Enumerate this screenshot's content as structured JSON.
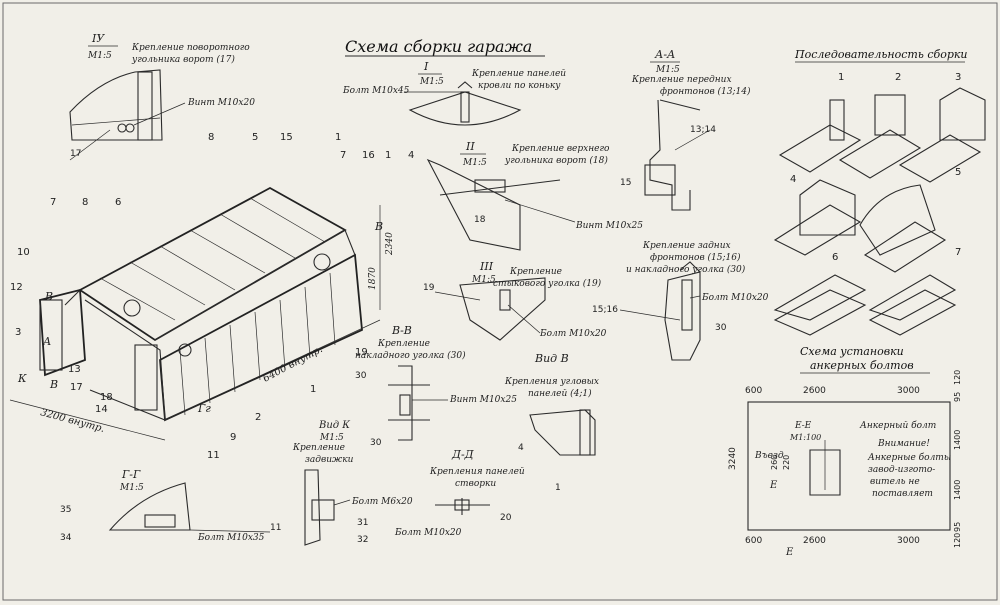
{
  "main_title": "Схема сборки гаража",
  "details": [
    {
      "id": "d4",
      "mark": "IУ",
      "scale": "М1:5",
      "lines": [
        "Крепление поворотного",
        "угольника ворот (17)"
      ]
    },
    {
      "id": "d1",
      "mark": "I",
      "scale": "М1:5",
      "lines": [
        "Крепление панелей",
        "кровли по коньку"
      ]
    },
    {
      "id": "d2",
      "mark": "II",
      "scale": "М1:5",
      "lines": [
        "Крепление верхнего",
        "угольника ворот (18)"
      ]
    },
    {
      "id": "d3",
      "mark": "III",
      "scale": "М1:5",
      "lines": [
        "Крепление",
        "стыкового уголка (19)"
      ]
    },
    {
      "id": "daa",
      "mark": "А-А",
      "scale": "М1:5",
      "lines": [
        "Крепление передних",
        "фронтонов (13;14)"
      ]
    },
    {
      "id": "dzad",
      "mark": "",
      "scale": "",
      "lines": [
        "Крепление задних",
        "фронтонов (15;16)",
        "и накладного уголка (30)"
      ]
    },
    {
      "id": "dbb",
      "mark": "В-В",
      "scale": "",
      "lines": [
        "Крепление",
        "накладного уголка (30)"
      ]
    },
    {
      "id": "dvb",
      "mark": "Вид В",
      "scale": "",
      "lines": [
        "Крепления угловых",
        "панелей (4;1)"
      ]
    },
    {
      "id": "dvk",
      "mark": "Вид К",
      "scale": "М1:5",
      "lines": [
        "Крепление",
        "задвижки"
      ]
    },
    {
      "id": "ddd",
      "mark": "Д-Д",
      "scale": "",
      "lines": [
        "Крепления панелей",
        "створки"
      ]
    },
    {
      "id": "dgg",
      "mark": "Г-Г",
      "scale": "М1:5",
      "lines": []
    }
  ],
  "bolts": {
    "b1": "Винт М10х20",
    "b2": "Болт М10х45",
    "b3": "Винт М10х25",
    "b4": "Болт М10х20",
    "b5": "Болт М10х20",
    "b6": "Винт М10х25",
    "b7": "Болт М6х20",
    "b8": "Болт М10х20",
    "b9": "Болт М10х35"
  },
  "sequence": {
    "title": "Последовательность сборки",
    "steps": [
      "1",
      "2",
      "3",
      "4",
      "5",
      "6",
      "7"
    ]
  },
  "anchor": {
    "title": [
      "Схема установки",
      "анкерных болтов"
    ],
    "dims_top": [
      "600",
      "2600",
      "3000"
    ],
    "dims_bottom": [
      "600",
      "2600",
      "3000"
    ],
    "dims_right": [
      "120",
      "95",
      "1400",
      "1400",
      "95",
      "120"
    ],
    "height": "3240",
    "entrance": "Въезд",
    "section": "Е-Е",
    "section_scale": "М1:100",
    "bolt_label": "Анкерный болт",
    "d260": "260",
    "d220": "220",
    "letter_e": "Е",
    "warning": [
      "Внимание!",
      "Анкерные болты",
      "завод-изгото-",
      "витель не",
      "поставляет"
    ]
  },
  "main_dims": {
    "length": "6400 внутр.",
    "width": "3200 внутр.",
    "h1": "1870",
    "h2": "2340"
  },
  "letters": {
    "B": "В",
    "K": "К",
    "G": "Г",
    "Tg": "Гг",
    "Aa": "А"
  }
}
